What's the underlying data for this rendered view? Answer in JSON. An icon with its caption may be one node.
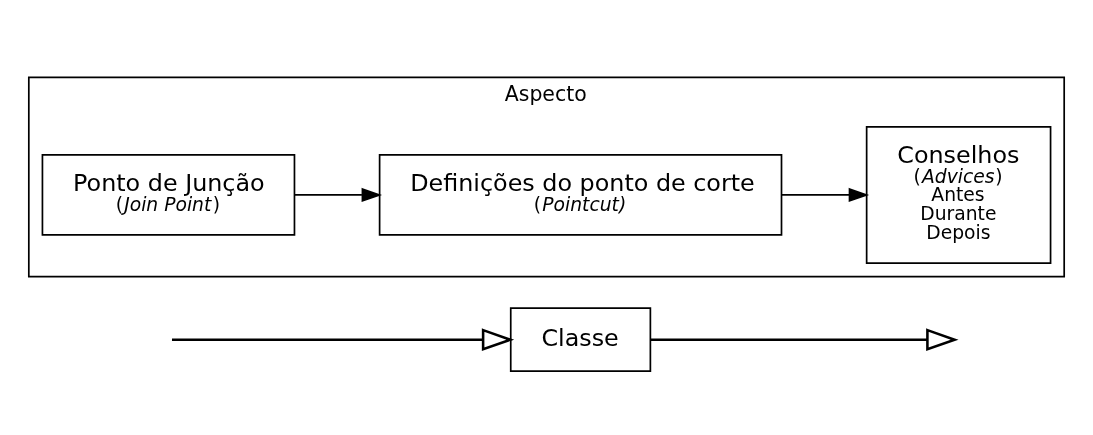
{
  "diagram": {
    "nodes": [
      {
        "text": [
          "Classe"
        ]
      },
      {
        "text": [
          "Aspecto"
        ]
      },
      {
        "text": [
          "Ponto de Junção",
          "(*Join Point*)"
        ],
        "in": 1
      },
      {
        "text": [
          "Definições do ponto de corte",
          "(*Pointcut)*"
        ],
        "in": 1
      },
      {
        "text": [
          "Conselhos",
          "(*Advices*)",
          "Antes",
          "Durante",
          "Depois"
        ],
        "in": 1
      }
    ],
    "edges": [
      {
        "from": null,
        "to": 0,
        "arrow": "to"
      },
      {
        "from": 0,
        "to": null,
        "arrow": "to"
      },
      {
        "from": 2,
        "to": 3,
        "arrow": "to"
      },
      {
        "from": 3,
        "to": 4,
        "arrow": "to"
      }
    ]
  }
}
